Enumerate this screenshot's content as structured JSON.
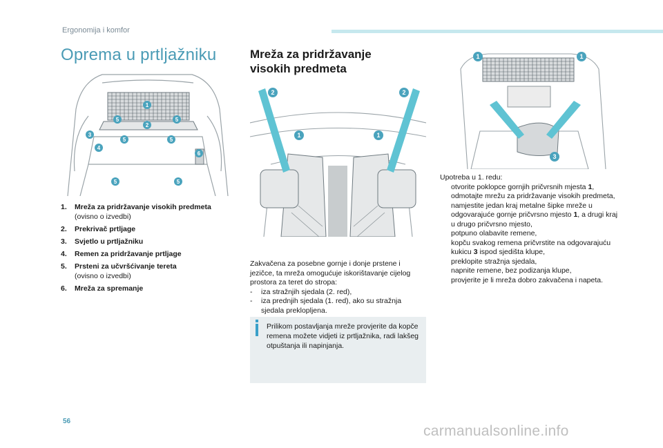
{
  "header": {
    "section": "Ergonomija i komfor",
    "accent_color": "#c6e8ee"
  },
  "col1": {
    "title": "Oprema u prtljažniku",
    "callouts": [
      "1",
      "2",
      "3",
      "4",
      "5",
      "6"
    ],
    "legend": [
      {
        "num": "1.",
        "label": "Mreža za pridržavanje visokih predmeta",
        "note": "(ovisno o izvedbi)"
      },
      {
        "num": "2.",
        "label": "Prekrivač prtljage",
        "note": ""
      },
      {
        "num": "3.",
        "label": "Svjetlo u prtljažniku",
        "note": ""
      },
      {
        "num": "4.",
        "label": "Remen za pridržavanje prtljage",
        "note": ""
      },
      {
        "num": "5.",
        "label": "Prsteni za učvršćivanje tereta",
        "note": "(ovisno o izvedbi)"
      },
      {
        "num": "6.",
        "label": "Mreža za spremanje",
        "note": ""
      }
    ]
  },
  "col2": {
    "title": "Mreža za pridržavanje visokih predmeta",
    "callouts": [
      "2",
      "2",
      "1",
      "1"
    ],
    "intro": "Zakvačena za posebne gornje i donje prstene i jezičce, ta mreža omogućuje iskorištavanje cijelog prostora za teret do stropa:",
    "bullets": [
      "iza stražnjih sjedala (2. red),",
      "iza prednjih sjedala (1. red), ako su stražnja sjedala preklopljena."
    ],
    "bullet_mark": "-",
    "info": "Prilikom postavljanja mreže provjerite da kopče remena možete vidjeti iz prtljažnika, radi lakšeg otpuštanja ili napinjanja.",
    "info_color": "#3aa0c9"
  },
  "col3": {
    "callouts": [
      "1",
      "1",
      "3"
    ],
    "intro": "Upotreba u 1. redu:",
    "bullet_mark": "",
    "steps": [
      {
        "pre": "otvorite poklopce gornjih pričvrsnih mjesta ",
        "bold": "1",
        "post": ","
      },
      {
        "pre": "odmotajte mrežu za pridržavanje visokih predmeta,",
        "bold": "",
        "post": ""
      },
      {
        "pre": "namjestite jedan kraj metalne šipke mreže u odgovarajuće gornje pričvrsno mjesto ",
        "bold": "1",
        "post": ", a drugi kraj u drugo pričvrsno mjesto,"
      },
      {
        "pre": "potpuno olabavite remene,",
        "bold": "",
        "post": ""
      },
      {
        "pre": "kopču svakog remena pričvrstite na odgovarajuću kukicu ",
        "bold": "3",
        "post": " ispod sjedišta klupe,"
      },
      {
        "pre": "preklopite stražnja sjedala,",
        "bold": "",
        "post": ""
      },
      {
        "pre": "napnite remene, bez podizanja klupe,",
        "bold": "",
        "post": ""
      },
      {
        "pre": "provjerite je li mreža dobro zakvačena i napeta.",
        "bold": "",
        "post": ""
      }
    ]
  },
  "footer": {
    "page_number": "56",
    "watermark": "carmanualsonline.info"
  },
  "colors": {
    "title": "#4a9bb5",
    "callout": "#4aa3bd",
    "arrow": "#5fc3d3",
    "infobox_bg": "#e9eef0"
  }
}
